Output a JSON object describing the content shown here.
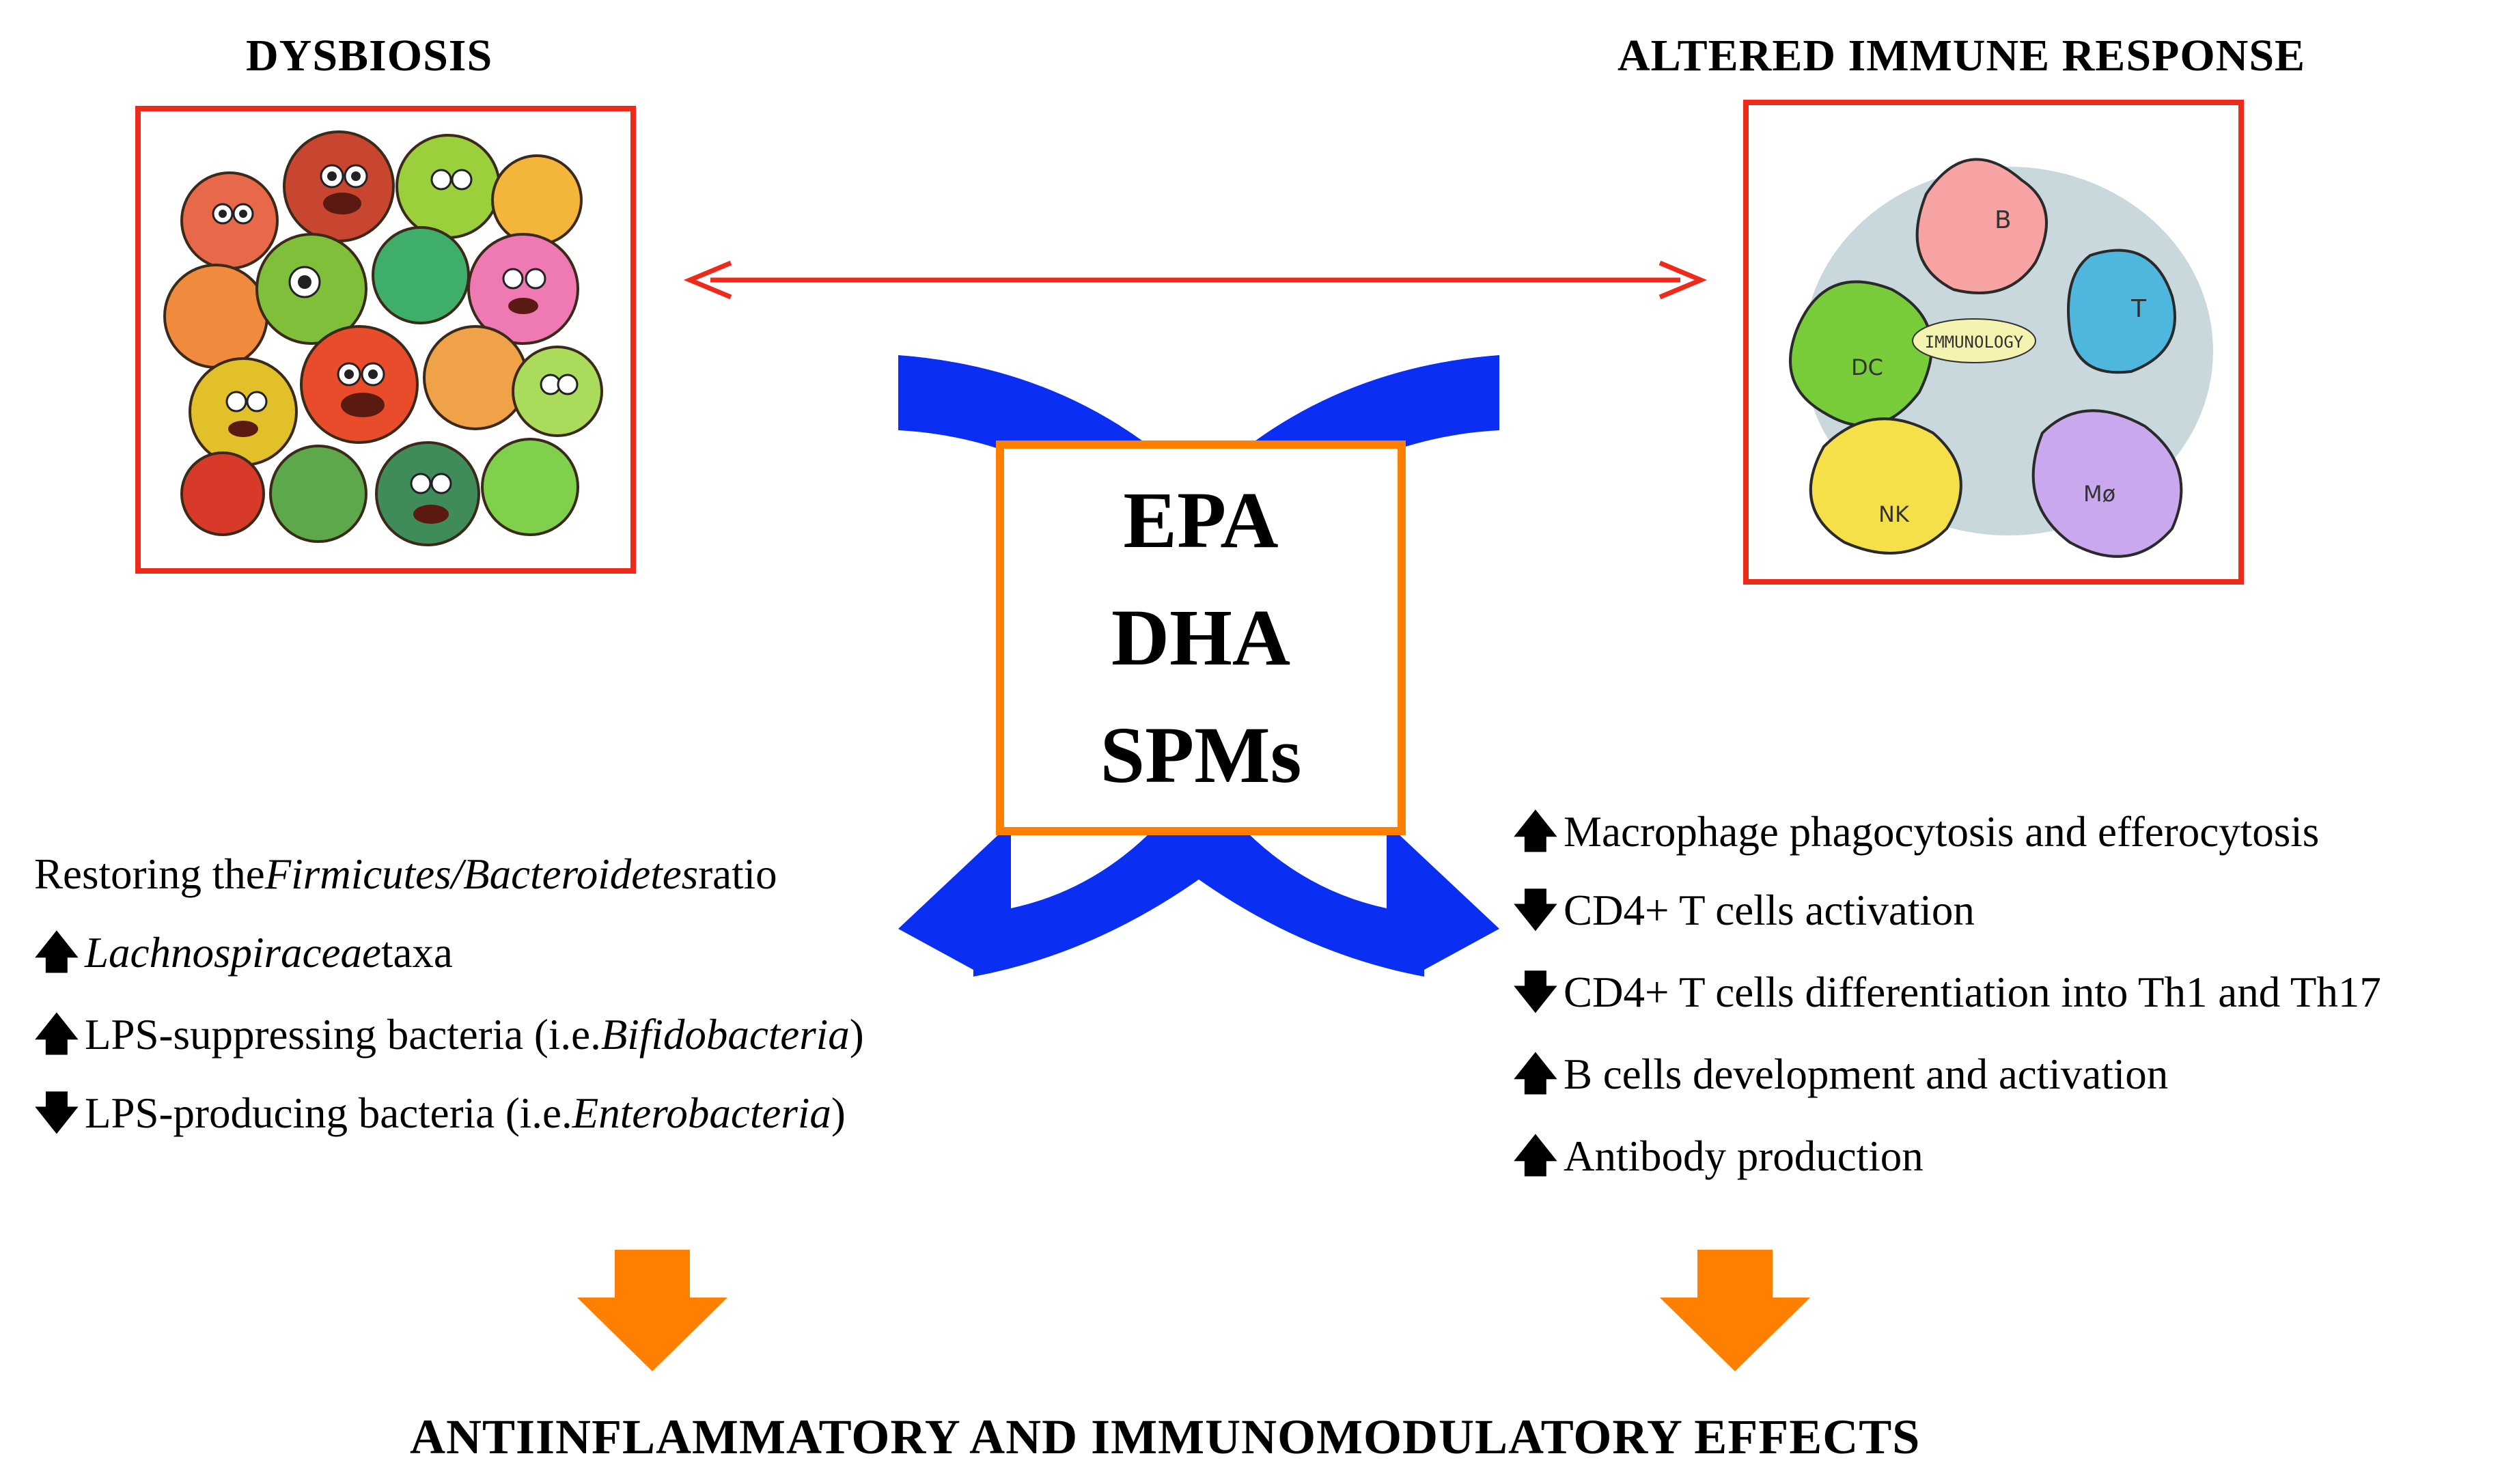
{
  "left_panel": {
    "title": "DYSBIOSIS",
    "image_icon": "bacteria-cartoon-cluster"
  },
  "right_panel": {
    "title": "ALTERED IMMUNE RESPONSE",
    "image_icon": "immune-cells-cartoon",
    "center_label": "IMMUNOLOGY",
    "cell_labels": [
      "B",
      "T",
      "DC",
      "NK",
      "Mø"
    ]
  },
  "center_box": {
    "lines": [
      "EPA",
      "DHA",
      "SPMs"
    ]
  },
  "left_effects": {
    "items": [
      {
        "arrow": "",
        "pre": "Restoring the ",
        "em": "Firmicutes/Bacteroidetes",
        "post": " ratio"
      },
      {
        "arrow": "up",
        "pre": "",
        "em": "Lachnospiraceae",
        "post": " taxa"
      },
      {
        "arrow": "up",
        "pre": "LPS-suppressing bacteria (i.e. ",
        "em": "Bifidobacteria",
        "post": ")"
      },
      {
        "arrow": "down",
        "pre": "LPS-producing bacteria (i.e. ",
        "em": "Enterobacteria",
        "post": ")"
      }
    ]
  },
  "right_effects": {
    "items": [
      {
        "arrow": "up",
        "text": "Macrophage phagocytosis and efferocytosis"
      },
      {
        "arrow": "down",
        "text": "CD4+ T cells activation"
      },
      {
        "arrow": "down",
        "text": "CD4+ T cells differentiation into Th1 and Th17"
      },
      {
        "arrow": "up",
        "text": "B cells development and activation"
      },
      {
        "arrow": "up",
        "text": "Antibody production"
      }
    ]
  },
  "arrow_glyphs": {
    "up": "🡅",
    "down": "🡇"
  },
  "bottom_title": "ANTIINFLAMMATORY AND IMMUNOMODULATORY EFFECTS",
  "colors": {
    "red_border": "#ee2a1a",
    "orange": "#ff7f00",
    "blue": "#0a2ff2",
    "arrow_red": "#ee2a1a"
  }
}
